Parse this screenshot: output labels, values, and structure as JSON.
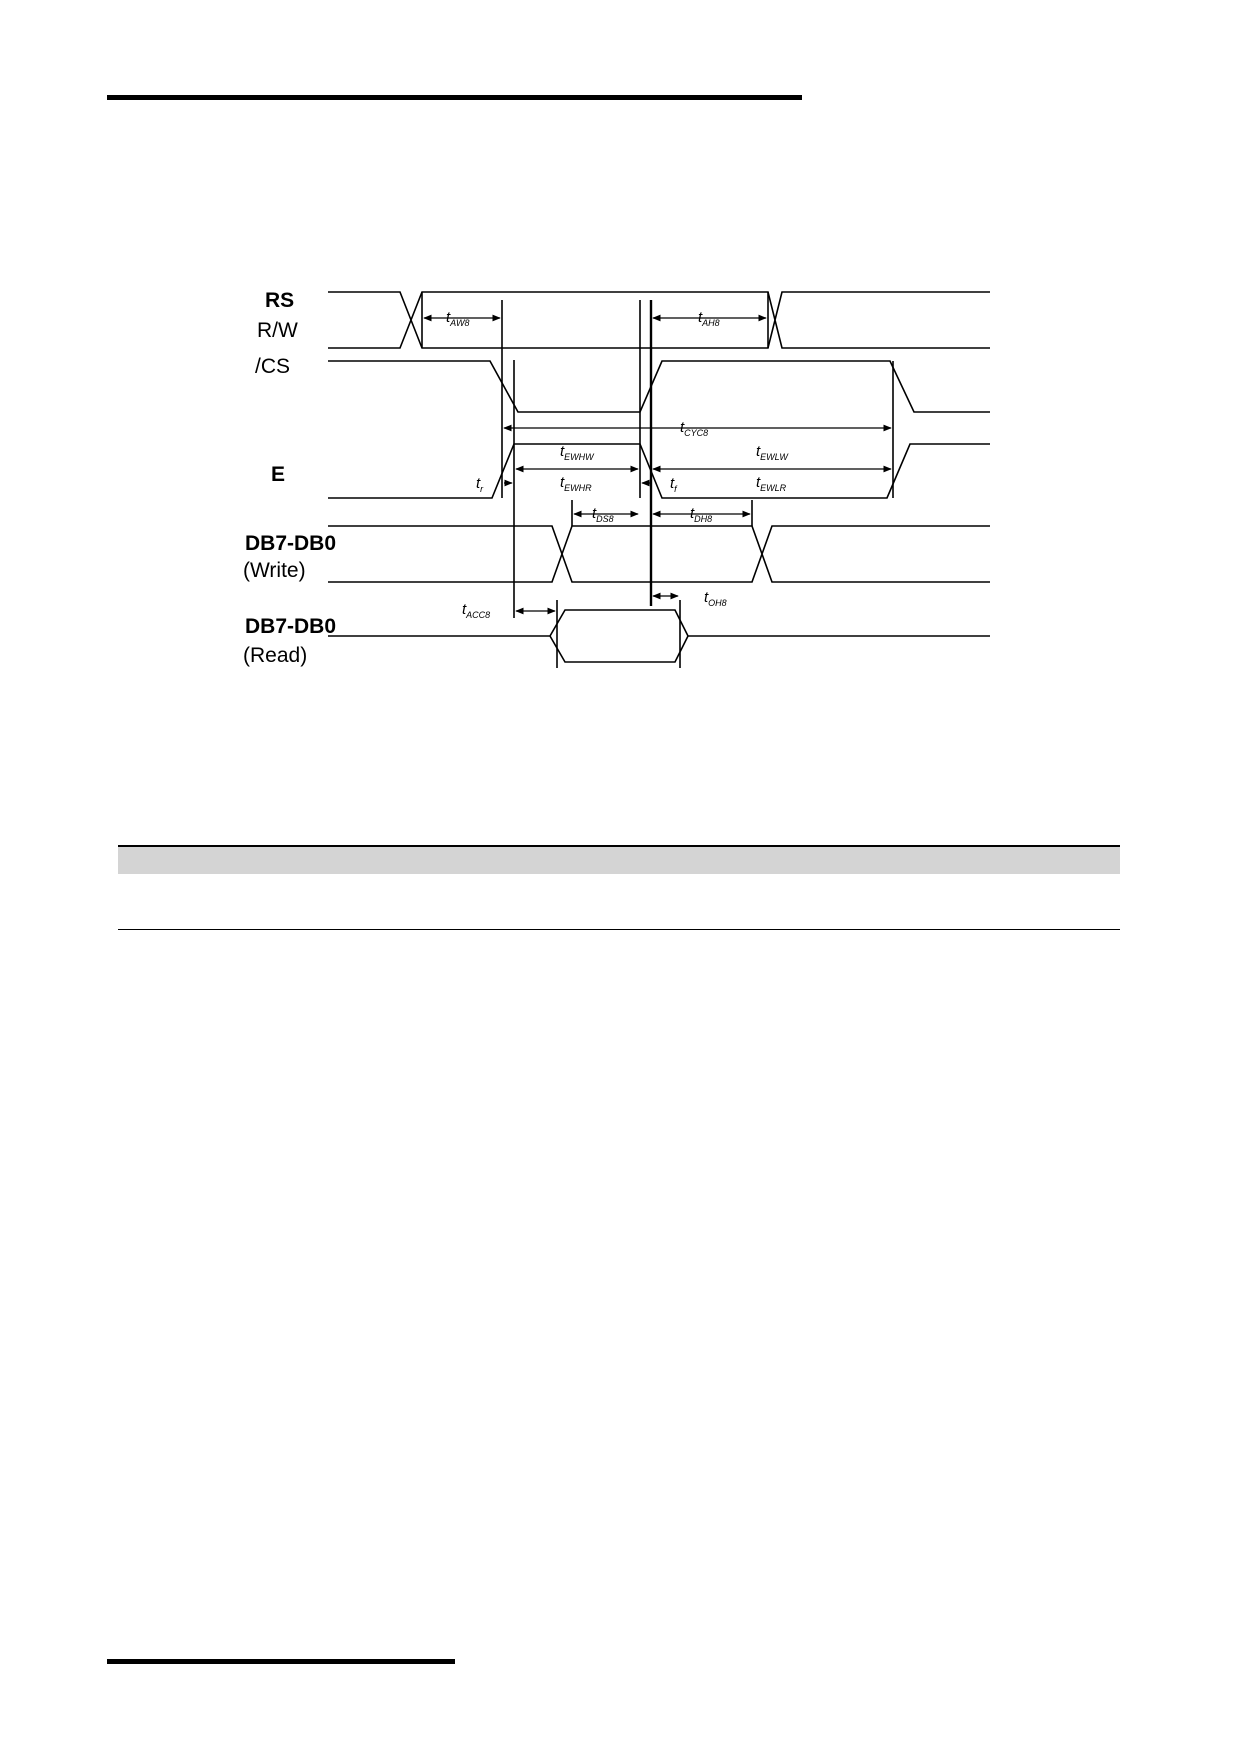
{
  "signals": {
    "rs": "RS",
    "rw": "R/W",
    "cs": "/CS",
    "e": "E",
    "db_write": "DB7-DB0",
    "db_write_sub": "(Write)",
    "db_read": "DB7-DB0",
    "db_read_sub": "(Read)"
  },
  "timing": {
    "taw": {
      "t": "t",
      "sub": "AW8"
    },
    "tah": {
      "t": "t",
      "sub": "AH8"
    },
    "tcyc": {
      "t": "t",
      "sub": "CYC8"
    },
    "tewhw": {
      "t": "t",
      "sub": "EWHW"
    },
    "tewhr": {
      "t": "t",
      "sub": "EWHR"
    },
    "tewlw": {
      "t": "t",
      "sub": "EWLW"
    },
    "tewlr": {
      "t": "t",
      "sub": "EWLR"
    },
    "tr": {
      "t": "t",
      "sub": "r"
    },
    "tf": {
      "t": "t",
      "sub": "f"
    },
    "tds": {
      "t": "t",
      "sub": "DS8"
    },
    "tdh": {
      "t": "t",
      "sub": "DH8"
    },
    "tacc": {
      "t": "t",
      "sub": "ACC8"
    },
    "toh": {
      "t": "t",
      "sub": "OH8"
    }
  }
}
